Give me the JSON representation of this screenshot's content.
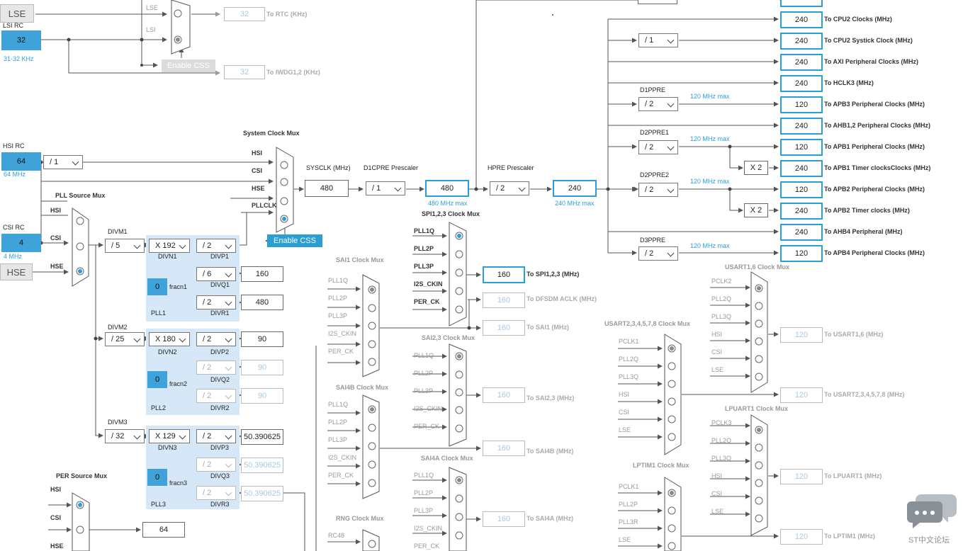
{
  "sources": {
    "lse": "LSE",
    "lsi_title": "LSI RC",
    "lsi_value": "32",
    "lsi_range": "31-32 KHz",
    "hsi_title": "HSI RC",
    "hsi_value": "64",
    "hsi_freq": "64 MHz",
    "csi_title": "CSI RC",
    "csi_value": "4",
    "csi_freq": "4 MHz",
    "hse": "HSE"
  },
  "rtc": {
    "mux_lse": "LSE",
    "mux_lsi": "LSI",
    "rtc_value": "32",
    "rtc_label": "To RTC (KHz)",
    "iwdg_value": "32",
    "iwdg_label": "To IWDG1,2 (KHz)",
    "enable_css": "Enable CSS"
  },
  "hsi_div": "/ 1",
  "sysmux": {
    "title": "System Clock Mux",
    "in": [
      "HSI",
      "CSI",
      "HSE",
      "PLLCLK"
    ],
    "enable_css": "Enable CSS"
  },
  "sysclk": {
    "label": "SYSCLK (MHz)",
    "value": "480"
  },
  "d1cpre": {
    "label": "D1CPRE Prescaler",
    "value": "/ 1",
    "out": "480",
    "max": "480 MHz max"
  },
  "hpre": {
    "label": "HPRE Prescaler",
    "value": "/ 2",
    "out": "240",
    "max": "240 MHz max"
  },
  "pllsrc": {
    "title": "PLL Source Mux",
    "in": [
      "HSI",
      "CSI",
      "HSE"
    ]
  },
  "pll1": {
    "divm_label": "DIVM1",
    "divm": "/ 5",
    "divn": "X 192",
    "divn_label": "DIVN1",
    "divp": "/ 2",
    "divp_label": "DIVP1",
    "divq": "/ 6",
    "divq_label": "DIVQ1",
    "q_out": "160",
    "divr": "/ 2",
    "divr_label": "DIVR1",
    "r_out": "480",
    "frac": "0",
    "frac_label": "fracn1",
    "name": "PLL1"
  },
  "pll2": {
    "divm_label": "DIVM2",
    "divm": "/ 25",
    "divn": "X 180",
    "divn_label": "DIVN2",
    "divp": "/ 2",
    "divp_label": "DIVP2",
    "p_out": "90",
    "divq": "/ 2",
    "divq_label": "DIVQ2",
    "q_out": "90",
    "divr": "/ 2",
    "divr_label": "DIVR2",
    "r_out": "90",
    "frac": "0",
    "frac_label": "fracn2",
    "name": "PLL2"
  },
  "pll3": {
    "divm_label": "DIVM3",
    "divm": "/ 32",
    "divn": "X 129",
    "divn_label": "DIVN3",
    "divp": "/ 2",
    "divp_label": "DIVP3",
    "p_out": "50.390625",
    "divq": "/ 2",
    "divq_label": "DIVQ3",
    "q_out": "50.390625",
    "divr": "/ 2",
    "divr_label": "DIVR3",
    "r_out": "50.390625",
    "frac": "0",
    "frac_label": "fracn3",
    "name": "PLL3"
  },
  "per": {
    "title": "PER Source Mux",
    "in": [
      "HSI",
      "CSI",
      "HSE"
    ],
    "out": "64"
  },
  "sai1": {
    "title": "SAI1 Clock Mux",
    "in": [
      "PLL1Q",
      "PLL2P",
      "PLL3P",
      "I2S_CKIN",
      "PER_CK"
    ]
  },
  "spi123": {
    "title": "SPI1,2,3 Clock Mux",
    "in": [
      "PLL1Q",
      "PLL2P",
      "PLL3P",
      "I2S_CKIN",
      "PER_CK"
    ],
    "out": "160",
    "out_label": "To SPI1,2,3 (MHz)",
    "dfsdm": "160",
    "dfsdm_label": "To DFSDM ACLK (MHz)",
    "sai1_out": "160",
    "sai1_label": "To SAI1 (MHz)"
  },
  "sai23": {
    "title": "SAI2,3 Clock Mux",
    "in": [
      "PLL1Q",
      "PLL2P",
      "PLL3P",
      "I2S_CKIN",
      "PER_CK"
    ],
    "out": "160",
    "out_label": "To SAI2,3 (MHz)"
  },
  "sai4b": {
    "title": "SAI4B Clock Mux",
    "in": [
      "PLL1Q",
      "PLL2P",
      "PLL3P",
      "I2S_CKIN",
      "PER_CK"
    ],
    "out": "160",
    "out_label": "To SAI4B (MHz)"
  },
  "sai4a": {
    "title": "SAI4A Clock Mux",
    "in": [
      "PLL1Q",
      "PLL2P",
      "PLL3P",
      "I2S_CKIN",
      "PER_CK"
    ],
    "out": "160",
    "out_label": "To SAI4A (MHz)"
  },
  "rng": {
    "title": "RNG Clock Mux",
    "in": [
      "RC48"
    ]
  },
  "usart16": {
    "title": "USART1,6 Clock Mux",
    "in": [
      "PCLK2",
      "PLL2Q",
      "PLL3Q",
      "HSI",
      "CSI",
      "LSE"
    ],
    "out": "120",
    "out_label": "To USART1,6 (MHz)"
  },
  "usart2": {
    "title": "USART2,3,4,5,7,8 Clock Mux",
    "in": [
      "PCLK1",
      "PLL2Q",
      "PLL3Q",
      "HSI",
      "CSI",
      "LSE"
    ],
    "out": "120",
    "out_label": "To USART2,3,4,5,7,8 (MHz)"
  },
  "lpuart1": {
    "title": "LPUART1 Clock Mux",
    "in": [
      "PCLK3",
      "PLL2Q",
      "PLL3Q",
      "HSI",
      "CSI",
      "LSE"
    ],
    "out": "120",
    "out_label": "To LPUART1 (MHz)"
  },
  "lptim1": {
    "title": "LPTIM1 Clock Mux",
    "in": [
      "PCLK1",
      "PLL2P",
      "PLL3R",
      "LSE"
    ],
    "out": "120",
    "out_label": "To LPTIM1 (MHz)"
  },
  "bus": {
    "cpu2": {
      "value": "240",
      "label": "To CPU2 Clocks (MHz)"
    },
    "systick_div": "/ 1",
    "systick": {
      "value": "240",
      "label": "To CPU2 Systick Clock (MHz)"
    },
    "axi": {
      "value": "240",
      "label": "To AXI Peripheral Clocks (MHz)"
    },
    "hclk3": {
      "value": "240",
      "label": "To HCLK3 (MHz)"
    },
    "d1ppre": "D1PPRE",
    "d1ppre_val": "/ 2",
    "d1max": "120 MHz max",
    "apb3": {
      "value": "120",
      "label": "To APB3 Peripheral Clocks (MHz)"
    },
    "ahb12": {
      "value": "240",
      "label": "To AHB1,2 Peripheral Clocks (MHz)"
    },
    "d2ppre1": "D2PPRE1",
    "d2ppre1_val": "/ 2",
    "d2max1": "120 MHz max",
    "apb1": {
      "value": "120",
      "label": "To APB1 Peripheral Clocks (MHz)"
    },
    "x2a": "X 2",
    "apb1t": {
      "value": "240",
      "label": "To APB1 Timer clocksClocks (MHz)"
    },
    "d2ppre2": "D2PPRE2",
    "d2ppre2_val": "/ 2",
    "d2max2": "120 MHz max",
    "apb2": {
      "value": "120",
      "label": "To APB2 Peripheral Clocks (MHz)"
    },
    "x2b": "X 2",
    "apb2t": {
      "value": "240",
      "label": "To APB2 Timer clocks (MHz)"
    },
    "ahb4": {
      "value": "240",
      "label": "To AHB4 Peripheral (MHz)"
    },
    "d3ppre": "D3PPRE",
    "d3ppre_val": "/ 2",
    "d3max": "120 MHz max",
    "apb4": {
      "value": "120",
      "label": "To APB4 Peripheral Clocks (MHz)"
    }
  },
  "watermark": "ST中文论坛",
  "colors": {
    "accent": "#2a9fd6",
    "source": "#3fa3d9",
    "pll_panel": "#d6e8f7"
  }
}
